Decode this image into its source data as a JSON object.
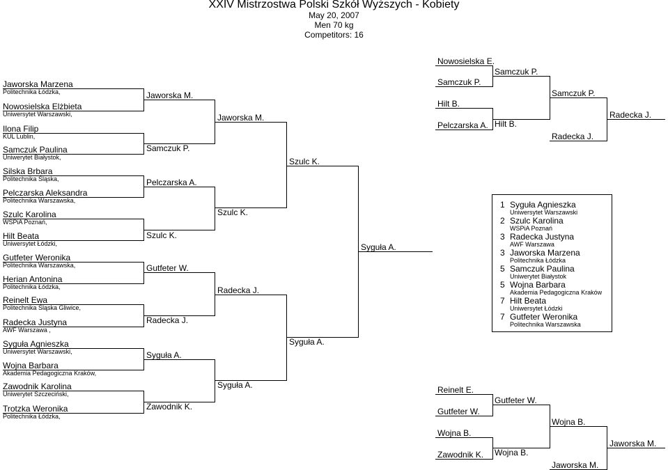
{
  "header": {
    "title": "XXIV Mistrzostwa Polski Szkół Wyższych - Kobiety",
    "date": "May 20, 2007",
    "category": "Men 70 kg",
    "competitors": "Competitors: 16"
  },
  "competitors": [
    {
      "name": "Jaworska Marzena",
      "club": "Politechnika Łódzka,"
    },
    {
      "name": "Nowosielska Elżbieta",
      "club": "Uniwersytet  Warszawski,"
    },
    {
      "name": "Ilona Filip",
      "club": "KUL Lublin,"
    },
    {
      "name": "Samczuk Paulina",
      "club": "Uniwerytet Białystok,"
    },
    {
      "name": "Silska Brbara",
      "club": "Politechnika Śląska,"
    },
    {
      "name": "Pelczarska Aleksandra",
      "club": "Politechnika Warszawska,"
    },
    {
      "name": "Szulc Karolina",
      "club": "WSPiA Poznań,"
    },
    {
      "name": "Hilt Beata",
      "club": "Uniwersytet  Łódzki,"
    },
    {
      "name": "Gutfeter Weronika",
      "club": "Politechnika Warszawska,"
    },
    {
      "name": "Herian Antonina",
      "club": "Politechnika Łódzka,"
    },
    {
      "name": "Reinelt Ewa",
      "club": "Politechnika Śląska Gliwice,"
    },
    {
      "name": "Radecka Justyna",
      "club": "AWF Warszawa ,"
    },
    {
      "name": "Syguła Agnieszka",
      "club": "Uniwersytet Warszawski,"
    },
    {
      "name": "Wojna Barbara",
      "club": "Akademia Pedagogiczna Kraków,"
    },
    {
      "name": "Zawodnik Karolina",
      "club": "Uniwerytet Szczeciński,"
    },
    {
      "name": "Trotzka Weronika",
      "club": "Politechnika Łódzka,"
    }
  ],
  "round2": [
    "Jaworska M.",
    "Samczuk P.",
    "Pelczarska A.",
    "Szulc K.",
    "Gutfeter W.",
    "Radecka J.",
    "Syguła A.",
    "Zawodnik K."
  ],
  "round3": [
    "Jaworska M.",
    "Szulc K.",
    "Radecka J.",
    "Syguła A."
  ],
  "semi": [
    "Szulc K.",
    "Syguła A."
  ],
  "final": "Syguła A.",
  "repechage_top": {
    "r1": [
      "Nowosielska E.",
      "Samczuk P.",
      "Hilt B.",
      "Pelczarska A."
    ],
    "r2": [
      "Samczuk P.",
      "Hilt B."
    ],
    "r3": [
      "Samczuk P.",
      "Radecka J."
    ],
    "r4": "Radecka J."
  },
  "repechage_bottom": {
    "r1": [
      "Reinelt E.",
      "Gutfeter W.",
      "Wojna B.",
      "Zawodnik K."
    ],
    "r2": [
      "Gutfeter W.",
      "Wojna B."
    ],
    "r3": [
      "Wojna B.",
      "Jaworska M."
    ],
    "r4": "Jaworska M."
  },
  "results": [
    {
      "rank": "1",
      "name": "Syguła Agnieszka",
      "club": "Uniwersytet Warszawski"
    },
    {
      "rank": "2",
      "name": "Szulc Karolina",
      "club": "WSPiA Poznań"
    },
    {
      "rank": "3",
      "name": "Radecka Justyna",
      "club": "AWF Warszawa"
    },
    {
      "rank": "3",
      "name": "Jaworska Marzena",
      "club": "Politechnika Łódzka"
    },
    {
      "rank": "5",
      "name": "Samczuk Paulina",
      "club": "Uniwerytet Białystok"
    },
    {
      "rank": "5",
      "name": "Wojna Barbara",
      "club": "Akademia Pedagogiczna Kraków"
    },
    {
      "rank": "7",
      "name": "Hilt Beata",
      "club": "Uniwersytet  Łódzki"
    },
    {
      "rank": "7",
      "name": "Gutfeter Weronika",
      "club": "Politechnika Warszawska"
    }
  ]
}
